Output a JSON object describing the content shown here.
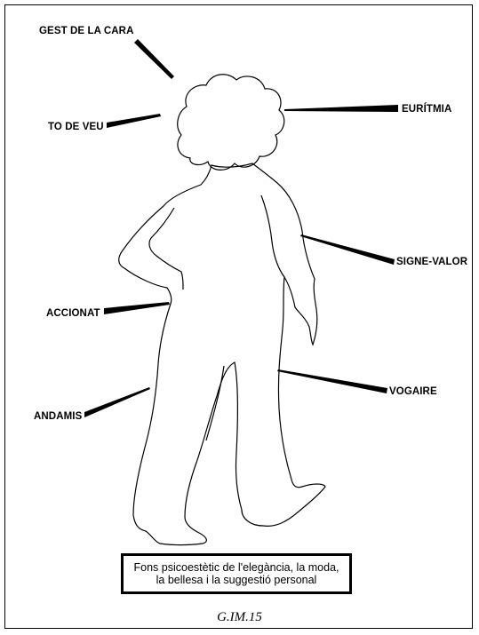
{
  "labels": {
    "gest_de_la_cara": "GEST DE LA CARA",
    "euritmia": "EURÍTMIA",
    "to_de_veu": "TO DE VEU",
    "signe_valor": "SIGNE-VALOR",
    "accionat": "ACCIONAT",
    "vogaire": "VOGAIRE",
    "andamis": "ANDAMIS"
  },
  "caption": {
    "line1": "Fons psicoestètic de l'elegància, la moda,",
    "line2": "la bellesa i la suggestió personal"
  },
  "figure_number": "G.IM.15"
}
